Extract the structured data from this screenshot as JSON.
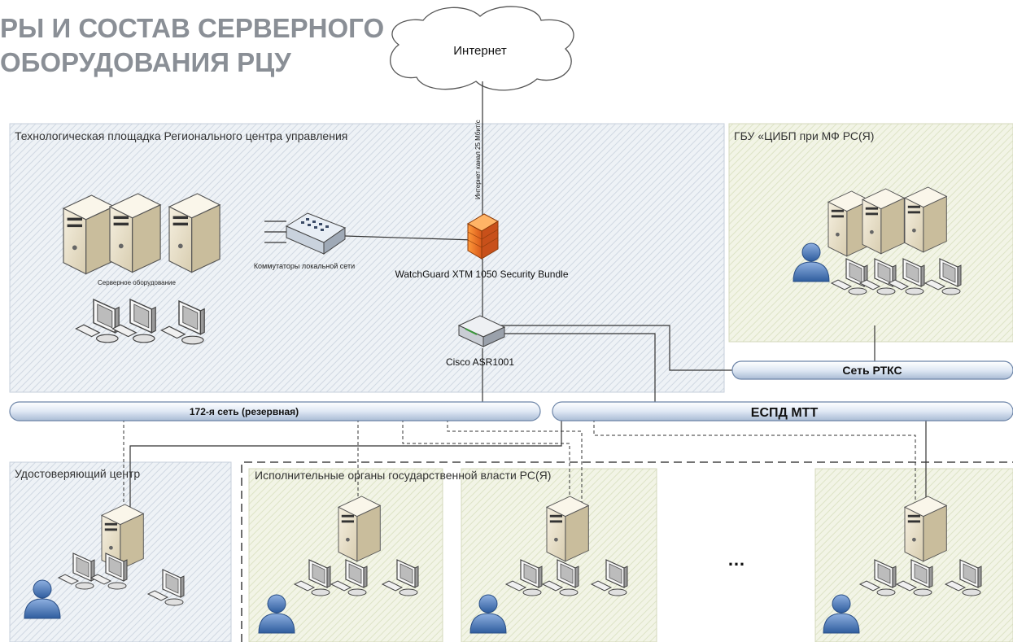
{
  "title": {
    "line1": "РЫ И СОСТАВ СЕРВЕРНОГО",
    "line2": "ОБОРУДОВАНИЯ РЦУ"
  },
  "internet": {
    "label": "Интернет",
    "channel": "Интернет канал 25 Мбит/с"
  },
  "zones": {
    "tech_site": "Технологическая площадка Регионального центра управления",
    "gbu": "ГБУ «ЦИБП при МФ РС(Я)",
    "cert_center": "Удостоверяющий центр",
    "executive": "Исполнительные органы государственной власти РС(Я)"
  },
  "devices": {
    "servers": "Серверное оборудование",
    "switches": "Коммутаторы локальной сети",
    "firewall": "WatchGuard XTM 1050 Security Bundle",
    "router": "Cisco ASR1001"
  },
  "networks": {
    "backup": "172-я сеть (резервная)",
    "espd": "ЕСПД МТТ",
    "rtks": "Сеть РТКС"
  },
  "ellipsis": "…"
}
